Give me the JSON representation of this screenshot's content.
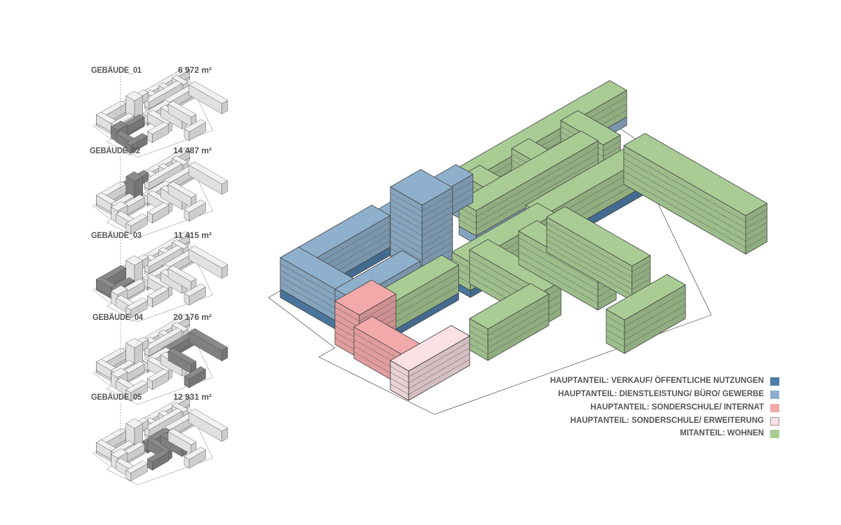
{
  "colors": {
    "verkauf": "#4f7ea8",
    "dienst": "#8fb0cc",
    "internat": "#f2a9aa",
    "erweiterung": "#fbe1e4",
    "wohnen": "#a9cc95",
    "thumb": "#f1f1f1",
    "thumb_hl": "#8a8a8a"
  },
  "buildings": [
    {
      "label": "GEBÄUDE_01",
      "area": "6 972 m²"
    },
    {
      "label": "GEBÄUDE_02",
      "area": "14 487 m²"
    },
    {
      "label": "GEBÄUDE_03",
      "area": "11 415 m²"
    },
    {
      "label": "GEBÄUDE_04",
      "area": "20 176 m²"
    },
    {
      "label": "GEBÄUDE_05",
      "area": "12 931 m²"
    }
  ],
  "legend": [
    {
      "text": "HAUPTANTEIL:  VERKAUF/ ÖFFENTLICHE NUTZUNGEN",
      "key": "verkauf"
    },
    {
      "text": "HAUPTANTEIL:  DIENSTLEISTUNG/ BÜRO/ GEWERBE",
      "key": "dienst"
    },
    {
      "text": "HAUPTANTEIL:  SONDERSCHULE/ INTERNAT",
      "key": "internat"
    },
    {
      "text": "HAUPTANTEIL: SONDERSCHULE/ ERWEITERUNG",
      "key": "erweiterung"
    },
    {
      "text": "MITANTEIL:  WOHNEN",
      "key": "wohnen"
    }
  ]
}
